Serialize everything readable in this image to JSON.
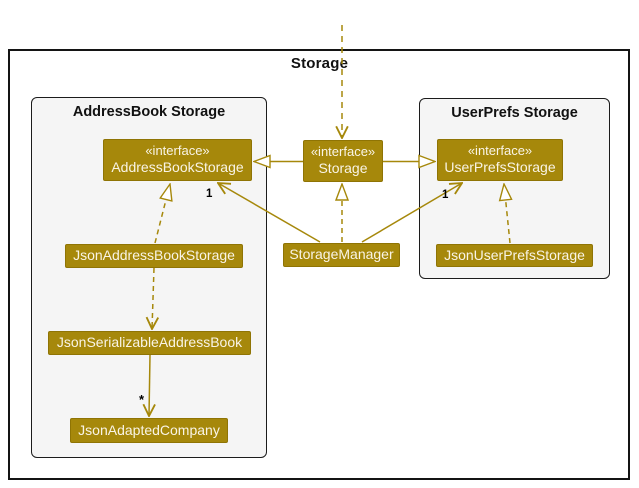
{
  "diagram": {
    "frame_title": "Storage",
    "containers": [
      {
        "title": "AddressBook Storage"
      },
      {
        "title": "UserPrefs Storage"
      }
    ],
    "classes": {
      "address_book_storage": {
        "stereotype": "«interface»",
        "name": "AddressBookStorage"
      },
      "storage": {
        "stereotype": "«interface»",
        "name": "Storage"
      },
      "user_prefs_storage": {
        "stereotype": "«interface»",
        "name": "UserPrefsStorage"
      },
      "json_address_book_storage": {
        "name": "JsonAddressBookStorage"
      },
      "storage_manager": {
        "name": "StorageManager"
      },
      "json_user_prefs_storage": {
        "name": "JsonUserPrefsStorage"
      },
      "json_serializable_address_book": {
        "name": "JsonSerializableAddressBook"
      },
      "json_adapted_company": {
        "name": "JsonAdaptedCompany"
      }
    },
    "multiplicities": {
      "storagemanager_to_addressbookstorage": "1",
      "storagemanager_to_userprefsstorage": "1",
      "jsonserializable_to_jsonadapted": "*"
    },
    "colors": {
      "storage_gold": "#a6880b",
      "container_fill": "#f5f5f5",
      "frame_border": "#141414",
      "text_on_gold": "#f9f4e6"
    }
  }
}
